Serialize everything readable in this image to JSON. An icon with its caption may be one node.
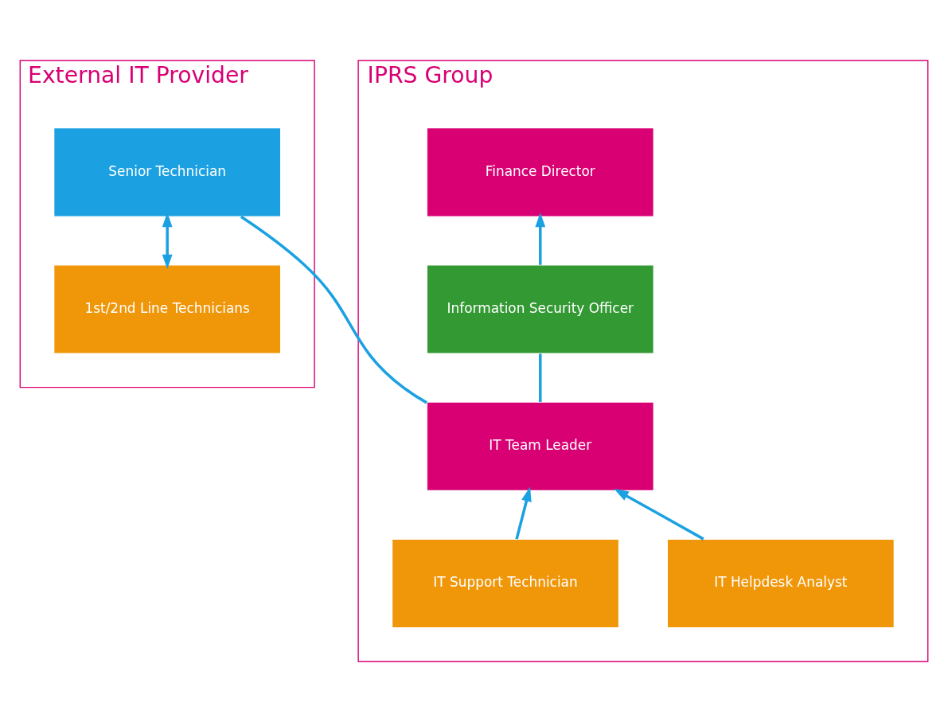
{
  "diagram": {
    "nodes": [
      {
        "text": [
          "External IT Provider"
        ]
      },
      {
        "text": [
          "Senior Technician"
        ],
        "in": 0
      },
      {
        "text": [
          "1st/2nd Line Technicians"
        ],
        "in": 0
      },
      {
        "text": [
          "IPRS Group"
        ]
      },
      {
        "text": [
          "Finance Director"
        ],
        "in": 3
      },
      {
        "text": [
          "Information Security Officer"
        ],
        "in": 3
      },
      {
        "text": [
          "IT Team Leader"
        ],
        "in": 3
      },
      {
        "text": [
          "IT Support Technician"
        ],
        "in": 3
      },
      {
        "text": [
          "IT Helpdesk Analyst"
        ],
        "in": 3
      }
    ],
    "edges": [
      {
        "from": 5,
        "to": 4,
        "arrow": "to"
      },
      {
        "from": 5,
        "to": 6,
        "arrow": "none"
      },
      {
        "from": 1,
        "to": 6,
        "arrow": "none"
      },
      {
        "from": 1,
        "to": 2,
        "arrow": "both"
      },
      {
        "from": 7,
        "to": 6,
        "arrow": "to"
      },
      {
        "from": 8,
        "to": 6,
        "arrow": "to"
      }
    ]
  }
}
